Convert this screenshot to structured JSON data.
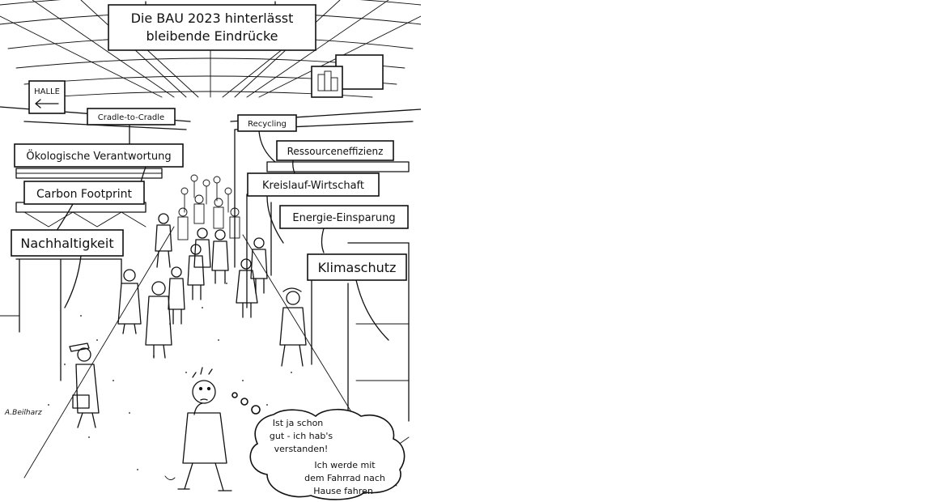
{
  "title": {
    "line1": "Die BAU 2023 hinterlässt",
    "line2": "bleibende Eindrücke"
  },
  "hall_sign": "HALLE",
  "signs": {
    "cradle": "Cradle-to-Cradle",
    "recycling": "Recycling",
    "oekologisch": "Ökologische Verantwortung",
    "ressourcen": "Ressourceneffizienz",
    "kreislauf": "Kreislauf-Wirtschaft",
    "carbon": "Carbon Footprint",
    "energie": "Energie-Einsparung",
    "nachhaltig": "Nachhaltigkeit",
    "klima": "Klimaschutz"
  },
  "thought": {
    "l1": "Ist ja schon",
    "l2": "gut - ich hab's",
    "l3": "verstanden!",
    "l4": "Ich werde mit",
    "l5": "dem Fahrrad nach",
    "l6": "Hause fahren"
  },
  "signature": "A.Beilharz"
}
